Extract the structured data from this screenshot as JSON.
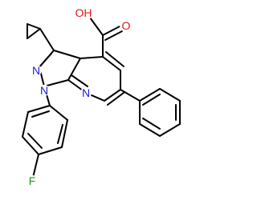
{
  "molecule": {
    "atoms": {
      "oh": "OH",
      "o": "O",
      "n_pyrazole_2": "N",
      "n_pyrazole_1": "N",
      "n_pyridine": "N",
      "f": "F"
    }
  },
  "colors": {
    "bond": "#000000",
    "nitrogen": "#1a1ae0",
    "oxygen": "#e01a1a",
    "fluorine": "#1a9a1a"
  }
}
